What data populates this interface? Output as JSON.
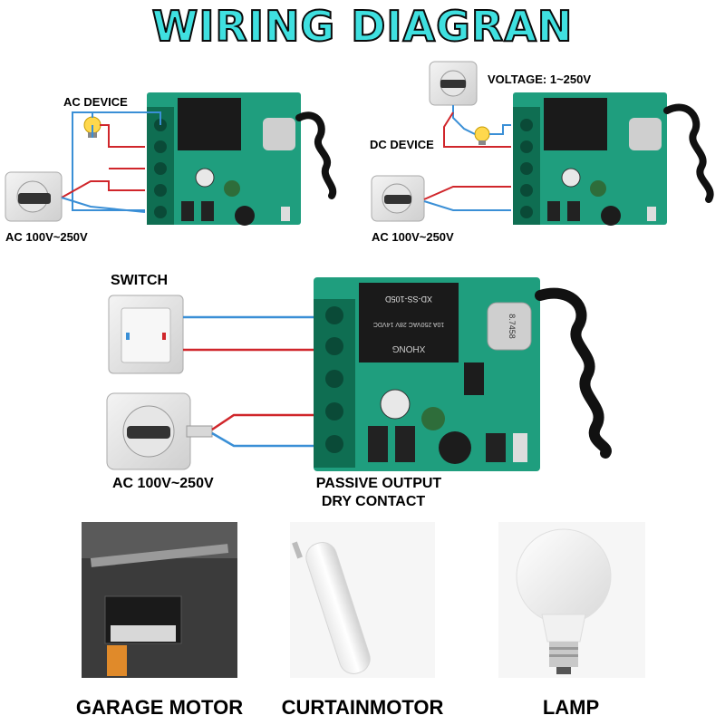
{
  "title": "WIRING DIAGRAN",
  "diagram1": {
    "device_label": "AC DEVICE",
    "supply_label": "AC 100V~250V"
  },
  "diagram2": {
    "voltage_label": "VOLTAGE: 1~250V",
    "device_label": "DC DEVICE",
    "supply_label": "AC 100V~250V"
  },
  "diagram3": {
    "switch_label": "SWITCH",
    "supply_label": "AC 100V~250V",
    "output_line1": "PASSIVE OUTPUT",
    "output_line2": "DRY CONTACT"
  },
  "board_text": {
    "relay_model": "XD-SS-105D",
    "relay_brand": "XHONG",
    "relay_rating": "10A 250VAC 28V 14VDC",
    "crystal": "8.7458"
  },
  "applications": [
    {
      "caption": "GARAGE MOTOR"
    },
    {
      "caption": "CURTAINMOTOR"
    },
    {
      "caption": "LAMP"
    }
  ],
  "colors": {
    "title_fill": "#3fe0e0",
    "pcb_green": "#1f9e7e",
    "terminal_green": "#0f6e52",
    "wire_blue": "#3a8fd6",
    "wire_red": "#d0262b"
  }
}
